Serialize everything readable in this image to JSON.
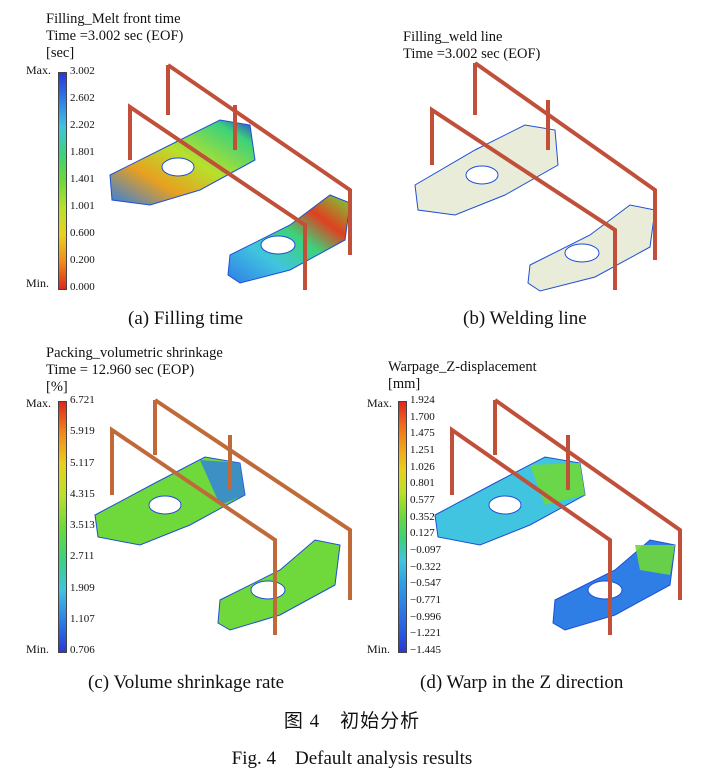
{
  "panels": [
    {
      "id": "a",
      "title_lines": [
        "Filling_Melt front time",
        "Time =3.002 sec (EOF)",
        "[sec]"
      ],
      "caption": "(a) Filling time",
      "max_label": "Max.",
      "min_label": "Min.",
      "ticks": [
        "3.002",
        "2.602",
        "2.202",
        "1.801",
        "1.401",
        "1.001",
        "0.600",
        "0.200",
        "0.000"
      ],
      "colormap": [
        "#2838d8",
        "#2f7ee6",
        "#40c4e0",
        "#3cd27a",
        "#6fd83a",
        "#b8e02c",
        "#e8d020",
        "#f08a1c",
        "#e0261c"
      ]
    },
    {
      "id": "b",
      "title_lines": [
        "Filling_weld line",
        "Time =3.002 sec (EOF)"
      ],
      "caption": "(b) Welding line"
    },
    {
      "id": "c",
      "title_lines": [
        "Packing_volumetric shrinkage",
        "Time = 12.960 sec (EOP)",
        "[%]"
      ],
      "caption": "(c) Volume shrinkage rate",
      "max_label": "Max.",
      "min_label": "Min.",
      "ticks": [
        "6.721",
        "5.919",
        "5.117",
        "4.315",
        "3.513",
        "2.711",
        "1.909",
        "1.107",
        "0.706"
      ],
      "colormap": [
        "#e0261c",
        "#f08a1c",
        "#e8d020",
        "#b8e02c",
        "#6fd83a",
        "#3cd27a",
        "#40c4e0",
        "#2f7ee6",
        "#2838d8"
      ]
    },
    {
      "id": "d",
      "title_lines": [
        "Warpage_Z-displacement",
        "[mm]"
      ],
      "caption": "(d) Warp in the Z direction",
      "max_label": "Max.",
      "min_label": "Min.",
      "ticks": [
        "1.924",
        "1.700",
        "1.475",
        "1.251",
        "1.026",
        "0.801",
        "0.577",
        "0.352",
        "0.127",
        "−0.097",
        "−0.322",
        "−0.547",
        "−0.771",
        "−0.996",
        "−1.221",
        "−1.445"
      ],
      "colormap": [
        "#e0261c",
        "#f06a1c",
        "#f0a21c",
        "#e8d020",
        "#b8e02c",
        "#6fd83a",
        "#3cd27a",
        "#40c4e0",
        "#2f9ee6",
        "#2f7ee6",
        "#2860e0",
        "#2838d8"
      ]
    }
  ],
  "figure_caption_cn": "图 4　初始分析",
  "figure_caption_en": "Fig. 4　Default analysis results",
  "colors": {
    "runner": "#c0503a",
    "runner_dark": "#8e2a1e",
    "mesh_wire": "#1e4fd6",
    "part_pale": "#e9ecd8"
  }
}
